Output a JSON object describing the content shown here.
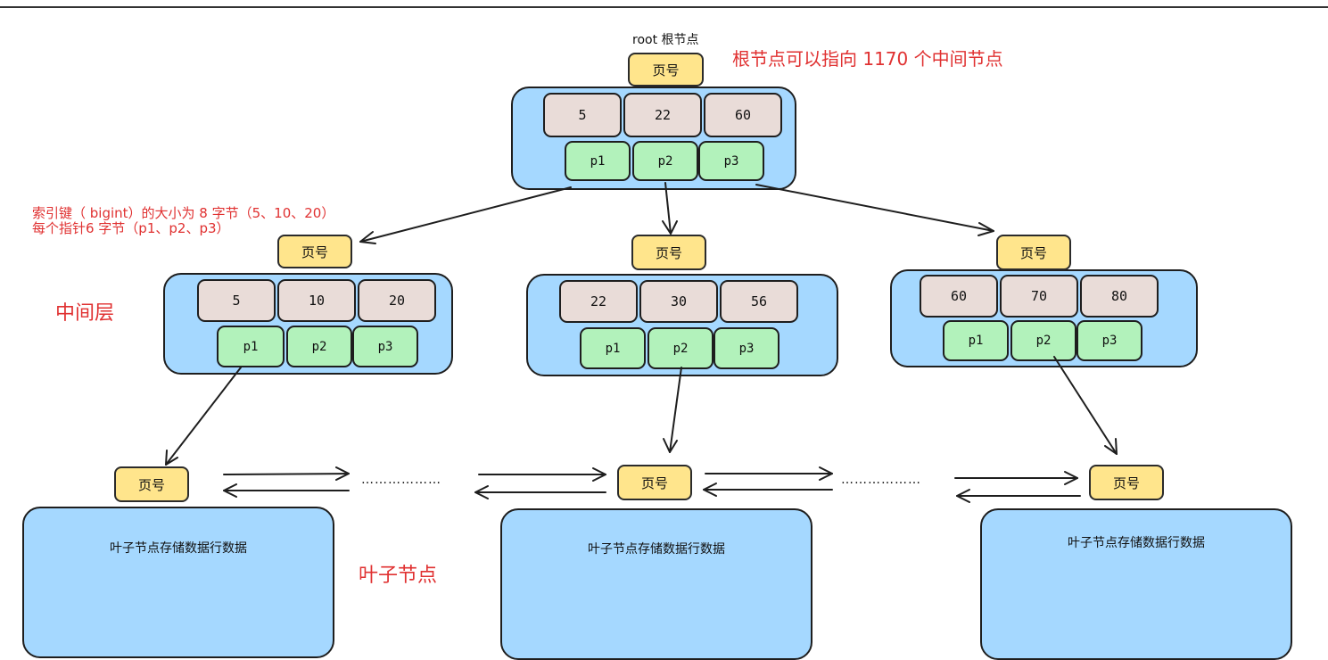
{
  "root": {
    "caption": "root 根节点",
    "note": "根节点可以指向 1170 个中间节点",
    "page_label": "页号",
    "keys": [
      "5",
      "22",
      "60"
    ],
    "pointers": [
      "p1",
      "p2",
      "p3"
    ]
  },
  "annotations": {
    "key_size": "索引键（ bigint）的大小为 8 字节（5、10、20）",
    "pointer_size": "每个指针6 字节（p1、p2、p3）",
    "middle_layer": "中间层",
    "leaf_layer": "叶子节点",
    "ellipsis_left": "………………",
    "ellipsis_right": "………………"
  },
  "middle": [
    {
      "page_label": "页号",
      "keys": [
        "5",
        "10",
        "20"
      ],
      "pointers": [
        "p1",
        "p2",
        "p3"
      ]
    },
    {
      "page_label": "页号",
      "keys": [
        "22",
        "30",
        "56"
      ],
      "pointers": [
        "p1",
        "p2",
        "p3"
      ]
    },
    {
      "page_label": "页号",
      "keys": [
        "60",
        "70",
        "80"
      ],
      "pointers": [
        "p1",
        "p2",
        "p3"
      ]
    }
  ],
  "leaves": [
    {
      "page_label": "页号",
      "text": "叶子节点存储数据行数据"
    },
    {
      "page_label": "页号",
      "text": "叶子节点存储数据行数据"
    },
    {
      "page_label": "页号",
      "text": "叶子节点存储数据行数据"
    }
  ],
  "colors": {
    "node_fill": "#a5d8ff",
    "page_fill": "#ffe58c",
    "key_fill": "#e9dcd8",
    "pointer_fill": "#b2f2bb",
    "annotation": "#e03131",
    "stroke": "#1e1e1e"
  }
}
